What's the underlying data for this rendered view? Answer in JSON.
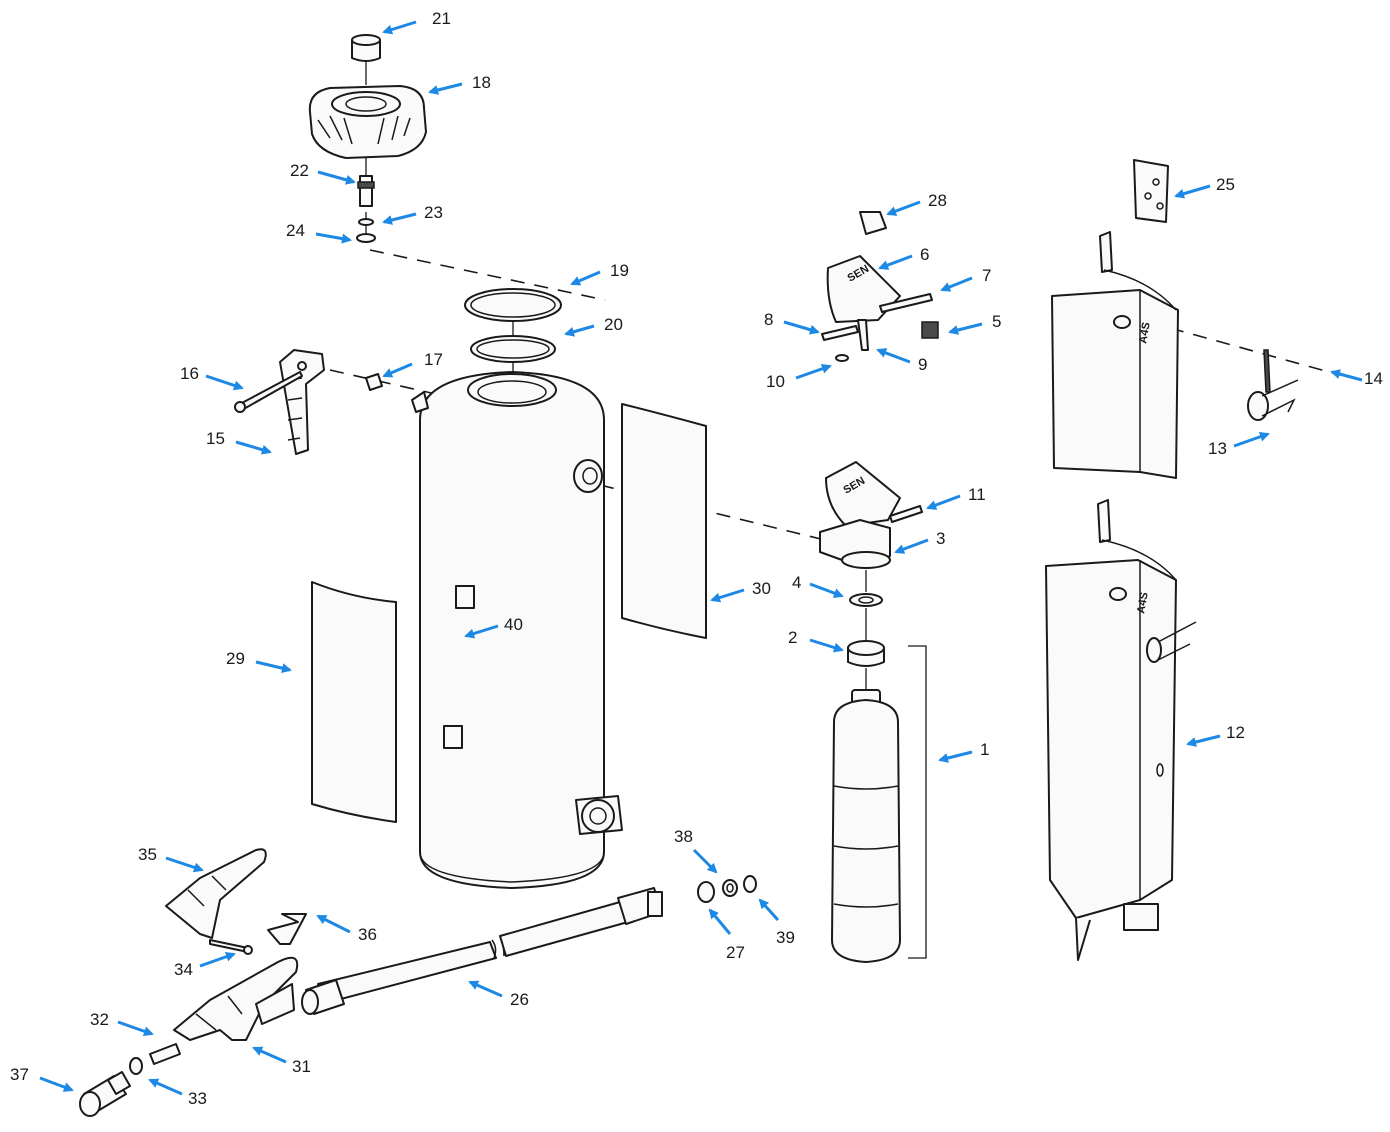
{
  "accent_color": "#1e88e5",
  "line_color": "#1a1a1a",
  "callouts": [
    {
      "id": "21",
      "label": "21"
    },
    {
      "id": "18",
      "label": "18"
    },
    {
      "id": "22",
      "label": "22"
    },
    {
      "id": "23",
      "label": "23"
    },
    {
      "id": "24",
      "label": "24"
    },
    {
      "id": "19",
      "label": "19"
    },
    {
      "id": "20",
      "label": "20"
    },
    {
      "id": "16",
      "label": "16"
    },
    {
      "id": "17",
      "label": "17"
    },
    {
      "id": "15",
      "label": "15"
    },
    {
      "id": "28",
      "label": "28"
    },
    {
      "id": "6",
      "label": "6"
    },
    {
      "id": "7",
      "label": "7"
    },
    {
      "id": "8",
      "label": "8"
    },
    {
      "id": "5",
      "label": "5"
    },
    {
      "id": "9",
      "label": "9"
    },
    {
      "id": "10",
      "label": "10"
    },
    {
      "id": "25",
      "label": "25"
    },
    {
      "id": "14",
      "label": "14"
    },
    {
      "id": "13",
      "label": "13"
    },
    {
      "id": "11",
      "label": "11"
    },
    {
      "id": "3",
      "label": "3"
    },
    {
      "id": "4",
      "label": "4"
    },
    {
      "id": "30",
      "label": "30"
    },
    {
      "id": "2",
      "label": "2"
    },
    {
      "id": "40",
      "label": "40"
    },
    {
      "id": "29",
      "label": "29"
    },
    {
      "id": "1",
      "label": "1"
    },
    {
      "id": "12",
      "label": "12"
    },
    {
      "id": "38",
      "label": "38"
    },
    {
      "id": "35",
      "label": "35"
    },
    {
      "id": "36",
      "label": "36"
    },
    {
      "id": "27",
      "label": "27"
    },
    {
      "id": "39",
      "label": "39"
    },
    {
      "id": "34",
      "label": "34"
    },
    {
      "id": "26",
      "label": "26"
    },
    {
      "id": "32",
      "label": "32"
    },
    {
      "id": "31",
      "label": "31"
    },
    {
      "id": "37",
      "label": "37"
    },
    {
      "id": "33",
      "label": "33"
    }
  ],
  "logos": {
    "head_logo": "SEN",
    "head_logo_lower": "SEN",
    "bracket_label": "A4S",
    "bracket_label_lower": "A4S"
  }
}
